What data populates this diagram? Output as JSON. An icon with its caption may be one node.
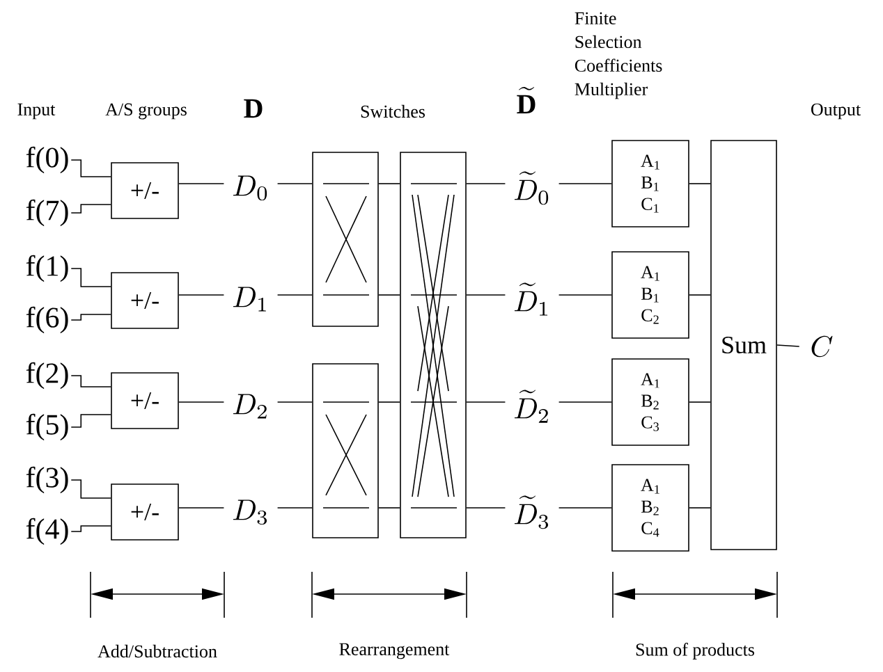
{
  "diagram": {
    "nodes": [
      {
        "text": [
          "f(0)"
        ]
      },
      {
        "text": [
          "f(7)"
        ]
      },
      {
        "text": [
          "f(1)"
        ]
      },
      {
        "text": [
          "f(6)"
        ]
      },
      {
        "text": [
          "f(2)"
        ]
      },
      {
        "text": [
          "f(5)"
        ]
      },
      {
        "text": [
          "f(3)"
        ]
      },
      {
        "text": [
          "f(4)"
        ]
      },
      {
        "text": [
          "+/-"
        ]
      },
      {
        "text": [
          "+/-"
        ]
      },
      {
        "text": [
          "+/-"
        ]
      },
      {
        "text": [
          "+/-"
        ]
      },
      {
        "text": [
          "D_0"
        ]
      },
      {
        "text": [
          "D_1"
        ]
      },
      {
        "text": [
          "D_2"
        ]
      },
      {
        "text": [
          "D_3"
        ]
      },
      {
        "text": [],
        "shape": "box"
      },
      {
        "text": [],
        "shape": "box"
      },
      {
        "text": [],
        "shape": "box"
      },
      {
        "text": [
          "\\widetilde{D}_0"
        ]
      },
      {
        "text": [
          "\\widetilde{D}_1"
        ]
      },
      {
        "text": [
          "\\widetilde{D}_2"
        ]
      },
      {
        "text": [
          "\\widetilde{D}_3"
        ]
      },
      {
        "text": [
          "A$_{1}$ B$_{1}$ C$_{1}$"
        ]
      },
      {
        "text": [
          "A$_{1}$ B$_{1}$ C$_{2}$"
        ]
      },
      {
        "text": [
          "A$_{1}$ B$_{2}$ C$_{3}$"
        ]
      },
      {
        "text": [
          "A$_{1}$ B$_{2}$ C$_{4}$"
        ]
      },
      {
        "text": [
          "Sum"
        ]
      },
      {
        "text": [
          "C"
        ]
      }
    ],
    "edges": [
      {
        "from": 0,
        "to": 8,
        "arrow": "none"
      },
      {
        "from": 1,
        "to": 8,
        "arrow": "none"
      },
      {
        "from": 2,
        "to": 9,
        "arrow": "none"
      },
      {
        "from": 3,
        "to": 9,
        "arrow": "none"
      },
      {
        "from": 4,
        "to": 10,
        "arrow": "none"
      },
      {
        "from": 5,
        "to": 10,
        "arrow": "none"
      },
      {
        "from": 6,
        "to": 11,
        "arrow": "none"
      },
      {
        "from": 7,
        "to": 11,
        "arrow": "none"
      },
      {
        "from": 8,
        "to": 12,
        "arrow": "none"
      },
      {
        "from": 9,
        "to": 13,
        "arrow": "none"
      },
      {
        "from": 10,
        "to": 14,
        "arrow": "none"
      },
      {
        "from": 11,
        "to": 15,
        "arrow": "none"
      },
      {
        "from": 12,
        "to": 16,
        "arrow": "none"
      },
      {
        "from": 13,
        "to": 16,
        "arrow": "none"
      },
      {
        "from": 14,
        "to": 17,
        "arrow": "none"
      },
      {
        "from": 15,
        "to": 17,
        "arrow": "none"
      },
      {
        "from": 16,
        "to": 18,
        "arrow": "none"
      },
      {
        "from": 16,
        "to": 18,
        "arrow": "none"
      },
      {
        "from": 17,
        "to": 18,
        "arrow": "none"
      },
      {
        "from": 17,
        "to": 18,
        "arrow": "none"
      },
      {
        "from": 18,
        "to": 19,
        "arrow": "none"
      },
      {
        "from": 18,
        "to": 20,
        "arrow": "none"
      },
      {
        "from": 18,
        "to": 21,
        "arrow": "none"
      },
      {
        "from": 18,
        "to": 22,
        "arrow": "none"
      },
      {
        "from": 19,
        "to": 23,
        "arrow": "none"
      },
      {
        "from": 20,
        "to": 24,
        "arrow": "none"
      },
      {
        "from": 21,
        "to": 25,
        "arrow": "none"
      },
      {
        "from": 22,
        "to": 26,
        "arrow": "none"
      },
      {
        "from": 23,
        "to": 27,
        "arrow": "none"
      },
      {
        "from": 24,
        "to": 27,
        "arrow": "none"
      },
      {
        "from": 25,
        "to": 27,
        "arrow": "none"
      },
      {
        "from": 26,
        "to": 27,
        "arrow": "none"
      },
      {
        "from": 27,
        "to": 28,
        "arrow": "none"
      }
    ],
    "labels": [
      "Input",
      "A/S groups",
      "\\mathbf{D}",
      "Switches",
      "\\widetilde{\\mathbf{D}}",
      "Finite Selection Coefficients Multiplier",
      "Output",
      "Add/Subtraction",
      "Rearrangement",
      "Sum of products"
    ]
  }
}
